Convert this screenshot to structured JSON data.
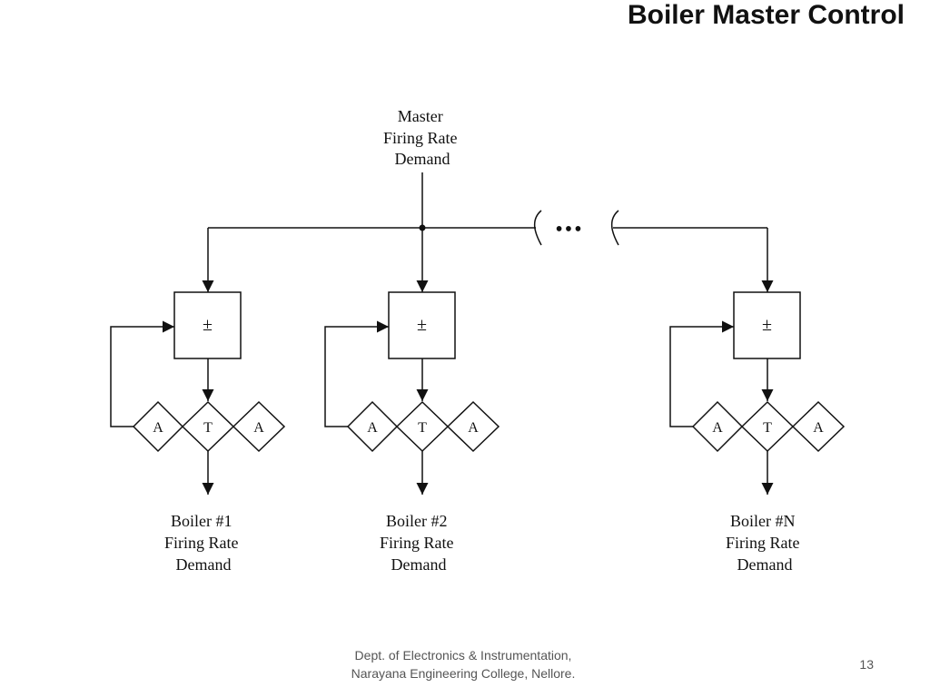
{
  "slide": {
    "title": "Boiler Master Control",
    "footer_line1": "Dept. of Electronics & Instrumentation,",
    "footer_line2": "Narayana Engineering College, Nellore.",
    "page_number": "13"
  },
  "diagram": {
    "master_label": [
      "Master",
      "Firing Rate",
      "Demand"
    ],
    "ellipsis": "•••",
    "units": [
      {
        "id": "boiler-1",
        "summer_symbol": "±",
        "station": [
          "A",
          "T",
          "A"
        ],
        "label": [
          "Boiler #1",
          "Firing Rate",
          "Demand"
        ]
      },
      {
        "id": "boiler-2",
        "summer_symbol": "±",
        "station": [
          "A",
          "T",
          "A"
        ],
        "label": [
          "Boiler #2",
          "Firing Rate",
          "Demand"
        ]
      },
      {
        "id": "boiler-n",
        "summer_symbol": "±",
        "station": [
          "A",
          "T",
          "A"
        ],
        "label": [
          "Boiler #N",
          "Firing Rate",
          "Demand"
        ]
      }
    ],
    "line_color": "#111111"
  }
}
